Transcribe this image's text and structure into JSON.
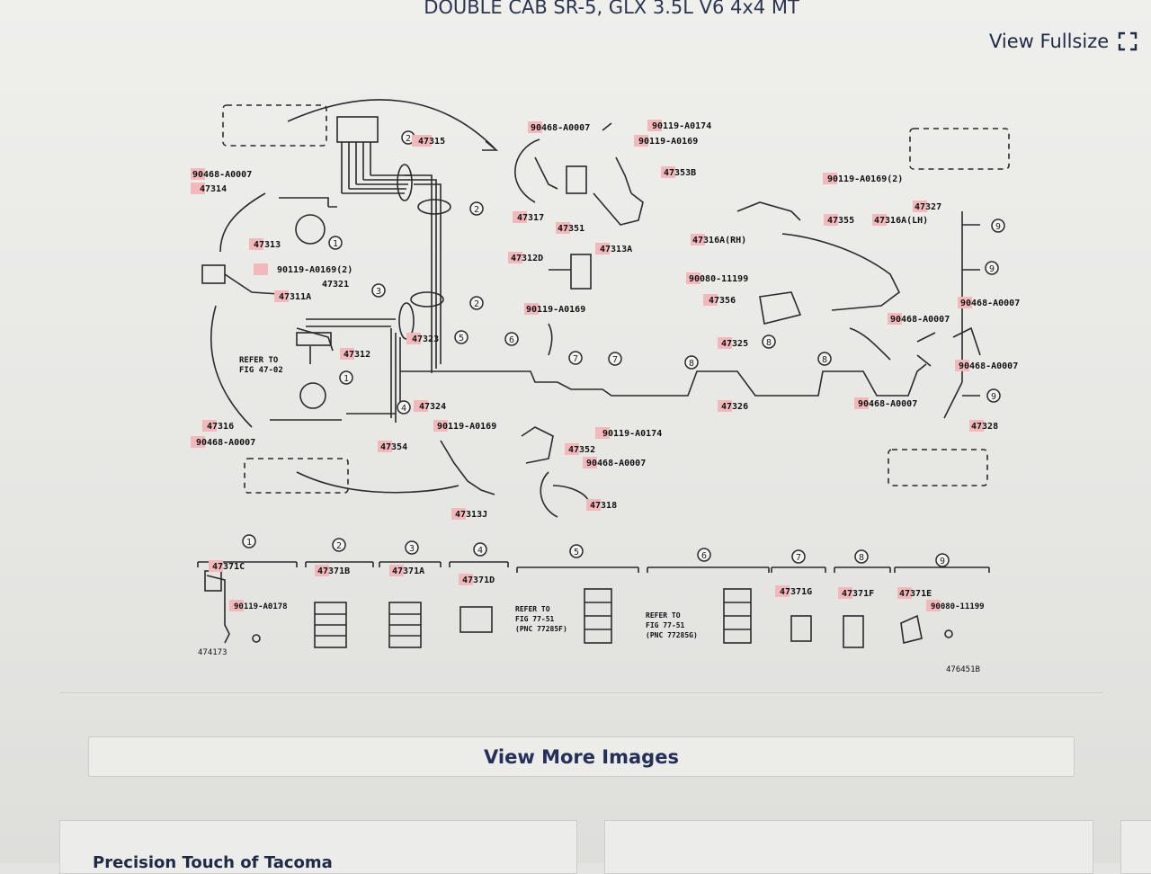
{
  "header": {
    "title": "DOUBLE CAB SR-5, GLX 3.5L V6 4x4 MT",
    "fullsize_label": "View Fullsize"
  },
  "diagram": {
    "labels": {
      "p47315": "47315",
      "p90468_tl": "90468-A0007",
      "p47314": "47314",
      "p47313": "47313",
      "p90119_mid": "90119-A0169(2)",
      "p47321": "47321",
      "p47311A": "47311A",
      "p47312": "47312",
      "refer_fig": "REFER TO",
      "refer_fig2": "FIG 47-02",
      "p47323": "47323",
      "p47324": "47324",
      "p47316": "47316",
      "p90468_bl": "90468-A0007",
      "p90468_top": "90468-A0007",
      "p90119_a0174_top": "90119-A0174",
      "p90119_a0169_top": "90119-A0169",
      "p47353B": "47353B",
      "p47317": "47317",
      "p47351": "47351",
      "p47313A": "47313A",
      "p47312D": "47312D",
      "p90119_a0169_mid": "90119-A0169",
      "p47354": "47354",
      "p90119_a0169_bot": "90119-A0169",
      "p47313J": "47313J",
      "p90119_a0174_bot": "90119-A0174",
      "p47352": "47352",
      "p90468_bot": "90468-A0007",
      "p47318": "47318",
      "p90119_a0169_r": "90119-A0169(2)",
      "p47327": "47327",
      "p47355": "47355",
      "p47316A_lh": "47316A(LH)",
      "p47316A_rh": "47316A(RH)",
      "p90080": "90080-11199",
      "p47356": "47356",
      "p90468_r1": "90468-A0007",
      "p90468_r2": "90468-A0007",
      "p90468_r3": "90468-A0007",
      "p90468_r4": "90468-A0007",
      "p47325": "47325",
      "p47326": "47326",
      "p47328": "47328"
    },
    "clips": {
      "c1_part": "47371C",
      "c1_bolt": "90119-A0178",
      "c1_code": "474173",
      "c2_part": "47371B",
      "c3_part": "47371A",
      "c4_part": "47371D",
      "c5_ref1": "REFER TO",
      "c5_ref2": "FIG 77-51",
      "c5_ref3": "(PNC 77285F)",
      "c6_ref1": "REFER TO",
      "c6_ref2": "FIG 77-51",
      "c6_ref3": "(PNC 77285G)",
      "c7_part": "47371G",
      "c8_part": "47371F",
      "c9_part": "47371E",
      "c9_bolt": "90080-11199",
      "code_right": "476451B"
    },
    "circle_numbers": [
      "1",
      "2",
      "3",
      "4",
      "5",
      "6",
      "7",
      "8",
      "9"
    ],
    "highlight_color": "#f2b8bc"
  },
  "footer": {
    "more_images_label": "View More Images",
    "card_title": "Precision Touch of Tacoma"
  }
}
